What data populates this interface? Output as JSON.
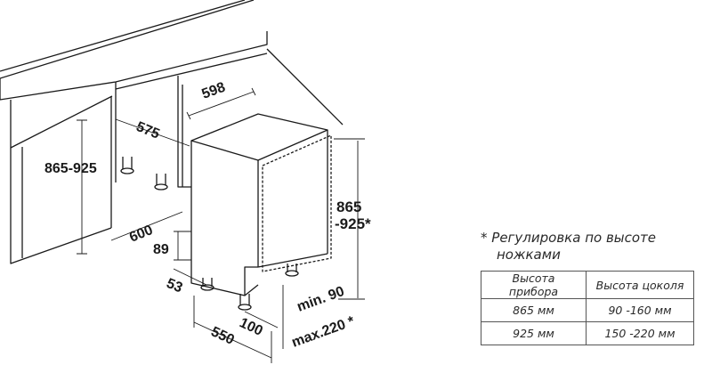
{
  "dimensions": {
    "cabinet_width": "598",
    "niche_depth_top": "575",
    "niche_height": "865-925",
    "niche_depth_side": "600",
    "door_height_offset": "89",
    "toe_kick_depth": "53",
    "appliance_height_line1": "865",
    "appliance_height_line2": "-925*",
    "plinth_min": "min. 90",
    "plinth_max": "max.220 *",
    "foot_depth": "100",
    "appliance_depth": "550"
  },
  "note": {
    "line1": "* Регулировка по высоте",
    "line2": "ножками"
  },
  "table": {
    "headers": [
      "Высота прибора",
      "Высота цоколя"
    ],
    "rows": [
      [
        "865 мм",
        "90 -160 мм"
      ],
      [
        "925 мм",
        "150 -220 мм"
      ]
    ]
  },
  "colors": {
    "line": "#1a1a1a",
    "background": "#ffffff"
  }
}
